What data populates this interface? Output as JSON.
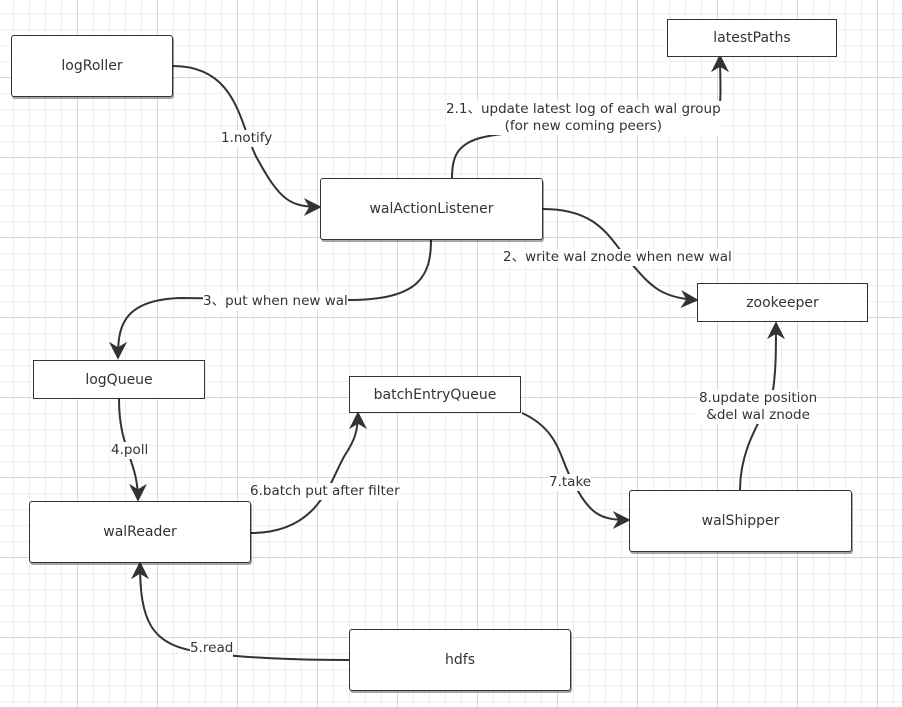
{
  "nodes": {
    "logRoller": "logRoller",
    "latestPaths": "latestPaths",
    "walActionListener": "walActionListener",
    "zookeeper": "zookeeper",
    "logQueue": "logQueue",
    "batchEntryQueue": "batchEntryQueue",
    "walReader": "walReader",
    "walShipper": "walShipper",
    "hdfs": "hdfs"
  },
  "edges": {
    "notify": "1.notify",
    "update_latest_line1": "2.1、update latest log of each wal group",
    "update_latest_line2": "(for new coming peers)",
    "write_znode": "2、write wal znode when new wal",
    "put_new_wal": "3、put when new wal",
    "poll": "4.poll",
    "read": "5.read",
    "batch_put": "6.batch put after filter",
    "take": "7.take",
    "update_position_line1": "8.update position",
    "update_position_line2": "&del wal znode"
  },
  "colors": {
    "stroke": "#333333",
    "grid": "#d8d8d8",
    "background": "#ffffff"
  }
}
